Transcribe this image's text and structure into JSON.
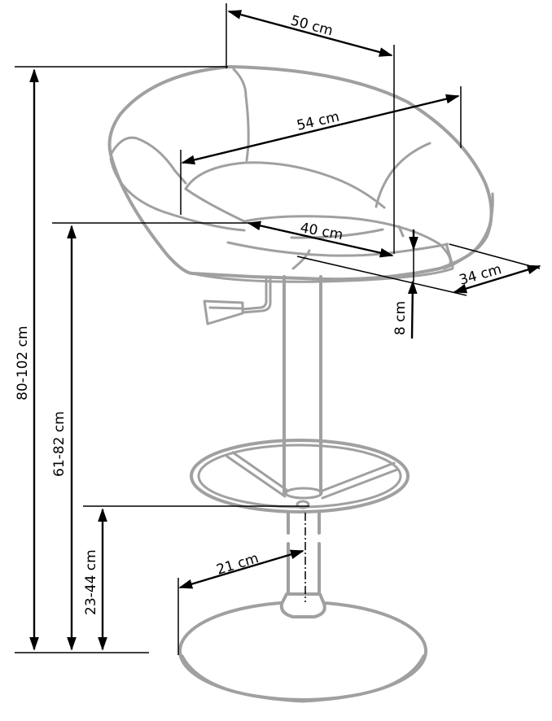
{
  "diagram": {
    "subject": "bar stool dimension drawing",
    "colors": {
      "outline": "#a0a0a0",
      "dimension_lines": "#000000",
      "background": "#ffffff"
    },
    "dimensions": {
      "backrest_depth": "50 cm",
      "seat_width": "54 cm",
      "seat_inner_width": "40 cm",
      "seat_depth": "34 cm",
      "seat_thickness": "8 cm",
      "total_height": "80-102 cm",
      "seat_height": "61-82 cm",
      "footrest_height": "23-44 cm",
      "base_radius": "21 cm"
    }
  }
}
